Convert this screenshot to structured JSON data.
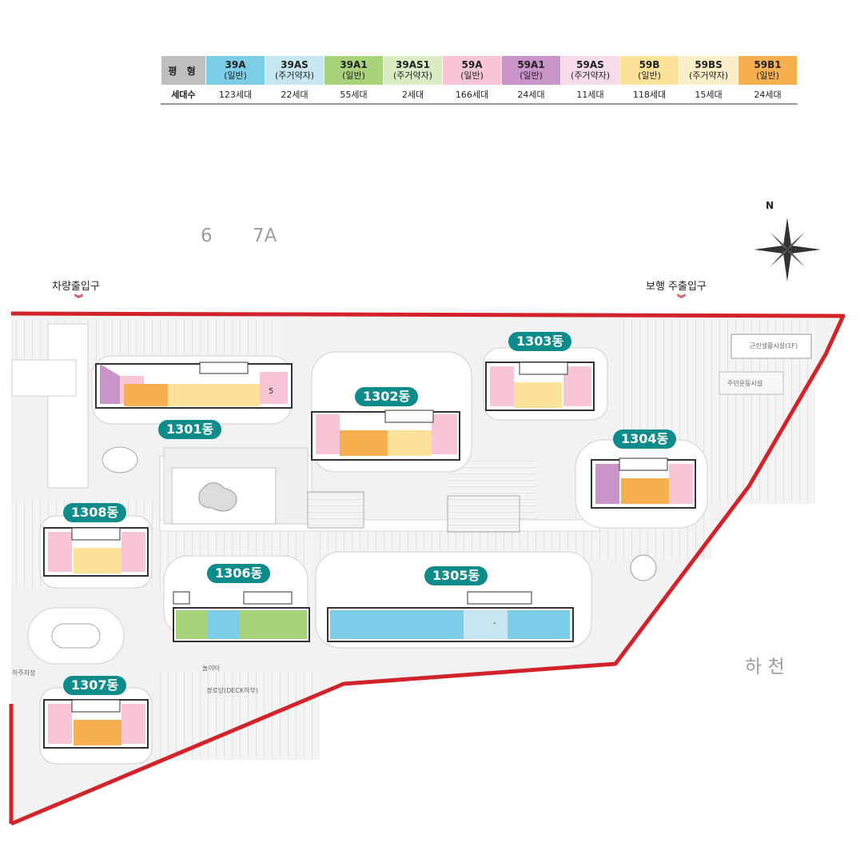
{
  "legend": {
    "header_type": "평 형",
    "header_count": "세대수",
    "types": [
      {
        "name": "39A",
        "sub": "(일반)",
        "count": "123세대",
        "color": "#7ccde8"
      },
      {
        "name": "39AS",
        "sub": "(주거약자)",
        "count": "22세대",
        "color": "#c6e6f2"
      },
      {
        "name": "39A1",
        "sub": "(일반)",
        "count": "55세대",
        "color": "#a9d37a"
      },
      {
        "name": "39AS1",
        "sub": "(주거약자)",
        "count": "2세대",
        "color": "#d9ecc4"
      },
      {
        "name": "59A",
        "sub": "(일반)",
        "count": "166세대",
        "color": "#f7c5d3"
      },
      {
        "name": "59A1",
        "sub": "(일반)",
        "count": "24세대",
        "color": "#c995c8"
      },
      {
        "name": "59AS",
        "sub": "(주거약자)",
        "count": "11세대",
        "color": "#f6dcea"
      },
      {
        "name": "59B",
        "sub": "(일반)",
        "count": "118세대",
        "color": "#fde39a"
      },
      {
        "name": "59BS",
        "sub": "(주거약자)",
        "count": "15세대",
        "color": "#fbefc9"
      },
      {
        "name": "59B1",
        "sub": "(일반)",
        "count": "24세대",
        "color": "#f7b04f"
      }
    ]
  },
  "map": {
    "block_labels": [
      "6",
      "7A"
    ],
    "north": "N",
    "vehicle_entrance": "차량출입구",
    "pedestrian_entrance": "보행 주출입구",
    "river": "하 천",
    "buildings": [
      "1301동",
      "1302동",
      "1303동",
      "1304동",
      "1305동",
      "1306동",
      "1307동",
      "1308동"
    ],
    "facilities": {
      "neighborhood": "근린생활시설(1F)",
      "fitness": "주민운동시설",
      "senior": "경로당(DECK하부)",
      "parking": "하주차장",
      "playground": "놀이터",
      "digit5": "5",
      "dash": "-"
    },
    "colors": {
      "boundary": "#d2232a",
      "pill": "#0e8c8c"
    }
  }
}
